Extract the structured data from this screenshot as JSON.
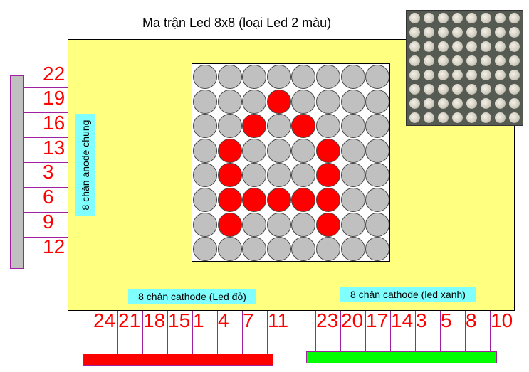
{
  "title": "Ma trận Led 8x8 (loại Led 2 màu)",
  "anode_label": "8 chân anode chung",
  "cathode_red_label": "8 chân cathode (Led đỏ)",
  "cathode_green_label": "8 chân cathode (led xanh)",
  "left_pins": [
    "22",
    "19",
    "16",
    "13",
    "3",
    "6",
    "9",
    "12"
  ],
  "bottom_red_pins": [
    "24",
    "21",
    "18",
    "15",
    "1",
    "4",
    "7",
    "11"
  ],
  "bottom_green_pins": [
    "23",
    "20",
    "17",
    "14",
    "3",
    "5",
    "8",
    "10"
  ],
  "matrix": {
    "rows": 8,
    "cols": 8,
    "lit": [
      [
        0,
        0,
        0,
        0,
        0,
        0,
        0,
        0
      ],
      [
        0,
        0,
        0,
        1,
        0,
        0,
        0,
        0
      ],
      [
        0,
        0,
        1,
        0,
        1,
        0,
        0,
        0
      ],
      [
        0,
        1,
        0,
        0,
        0,
        1,
        0,
        0
      ],
      [
        0,
        1,
        0,
        0,
        0,
        1,
        0,
        0
      ],
      [
        0,
        1,
        1,
        1,
        1,
        1,
        0,
        0
      ],
      [
        0,
        1,
        0,
        0,
        0,
        1,
        0,
        0
      ],
      [
        0,
        0,
        0,
        0,
        0,
        0,
        0,
        0
      ]
    ]
  },
  "colors": {
    "board": "#ffff80",
    "led_on": "#ff0000",
    "led_off": "#c0c0c0",
    "label_bg": "#80ffff",
    "pin_text": "#ff0000",
    "red_bar": "#ff0000",
    "green_bar": "#00ff00",
    "wire": "#a020a0"
  }
}
